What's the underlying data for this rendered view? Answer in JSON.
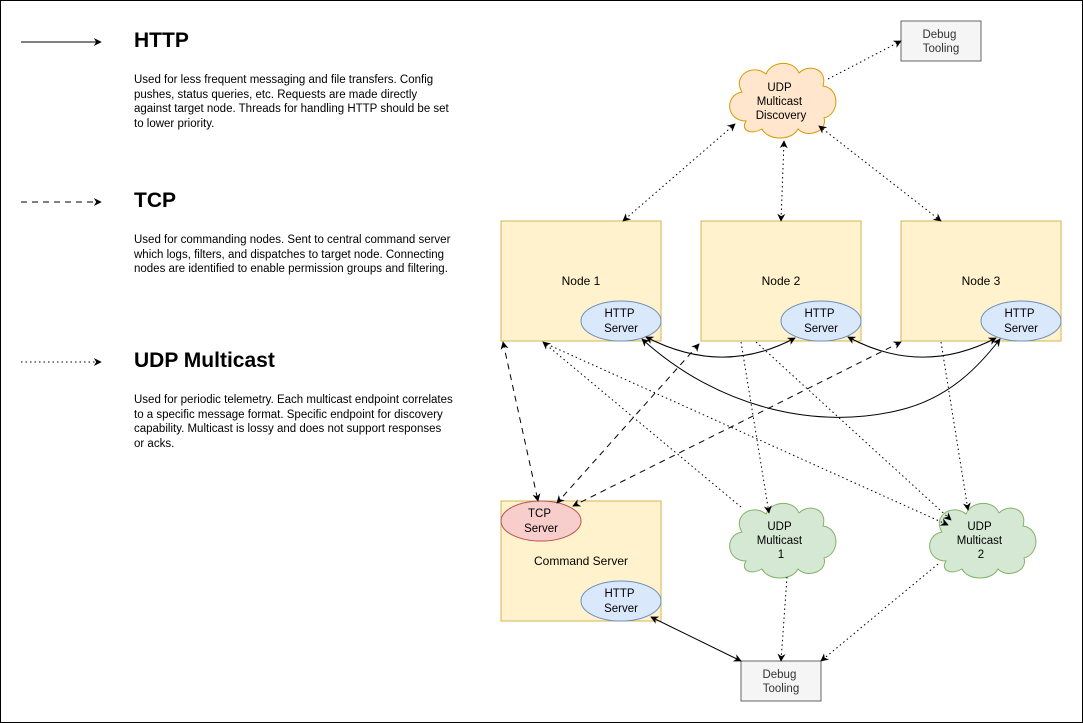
{
  "legend": [
    {
      "style": "solid",
      "title": "HTTP",
      "description": "Used for less frequent messaging and file transfers. Config pushes, status queries, etc. Requests are made directly against target node. Threads for handling HTTP should be set to lower priority."
    },
    {
      "style": "dashed",
      "title": "TCP",
      "description": "Used for commanding nodes. Sent to central command server which logs, filters, and dispatches to target node. Connecting nodes are identified to enable permission groups and filtering."
    },
    {
      "style": "dotted",
      "title": "UDP Multicast",
      "description": "Used for periodic telemetry. Each multicast endpoint correlates to a specific message format. Specific endpoint for discovery capability. Multicast is lossy and does not support responses or acks."
    }
  ],
  "nodes": {
    "debug_top": [
      "Debug",
      "Tooling"
    ],
    "discovery": [
      "UDP",
      "Multicast",
      "Discovery"
    ],
    "node1": "Node 1",
    "node2": "Node 2",
    "node3": "Node 3",
    "http_server": [
      "HTTP",
      "Server"
    ],
    "tcp_server": [
      "TCP",
      "Server"
    ],
    "command_server": "Command Server",
    "multicast1": [
      "UDP",
      "Multicast",
      "1"
    ],
    "multicast2": [
      "UDP",
      "Multicast",
      "2"
    ],
    "debug_bottom": [
      "Debug",
      "Tooling"
    ]
  },
  "colors": {
    "node_fill": "#fff2cc",
    "node_stroke": "#d6b656",
    "http_fill": "#dae8fc",
    "http_stroke": "#6c8ebf",
    "tcp_fill": "#f8cecc",
    "tcp_stroke": "#b85450",
    "discovery_fill": "#ffe6cc",
    "discovery_stroke": "#d79b00",
    "multicast_fill": "#d5e8d4",
    "multicast_stroke": "#82b366",
    "debug_fill": "#f5f5f5",
    "debug_stroke": "#666666"
  }
}
